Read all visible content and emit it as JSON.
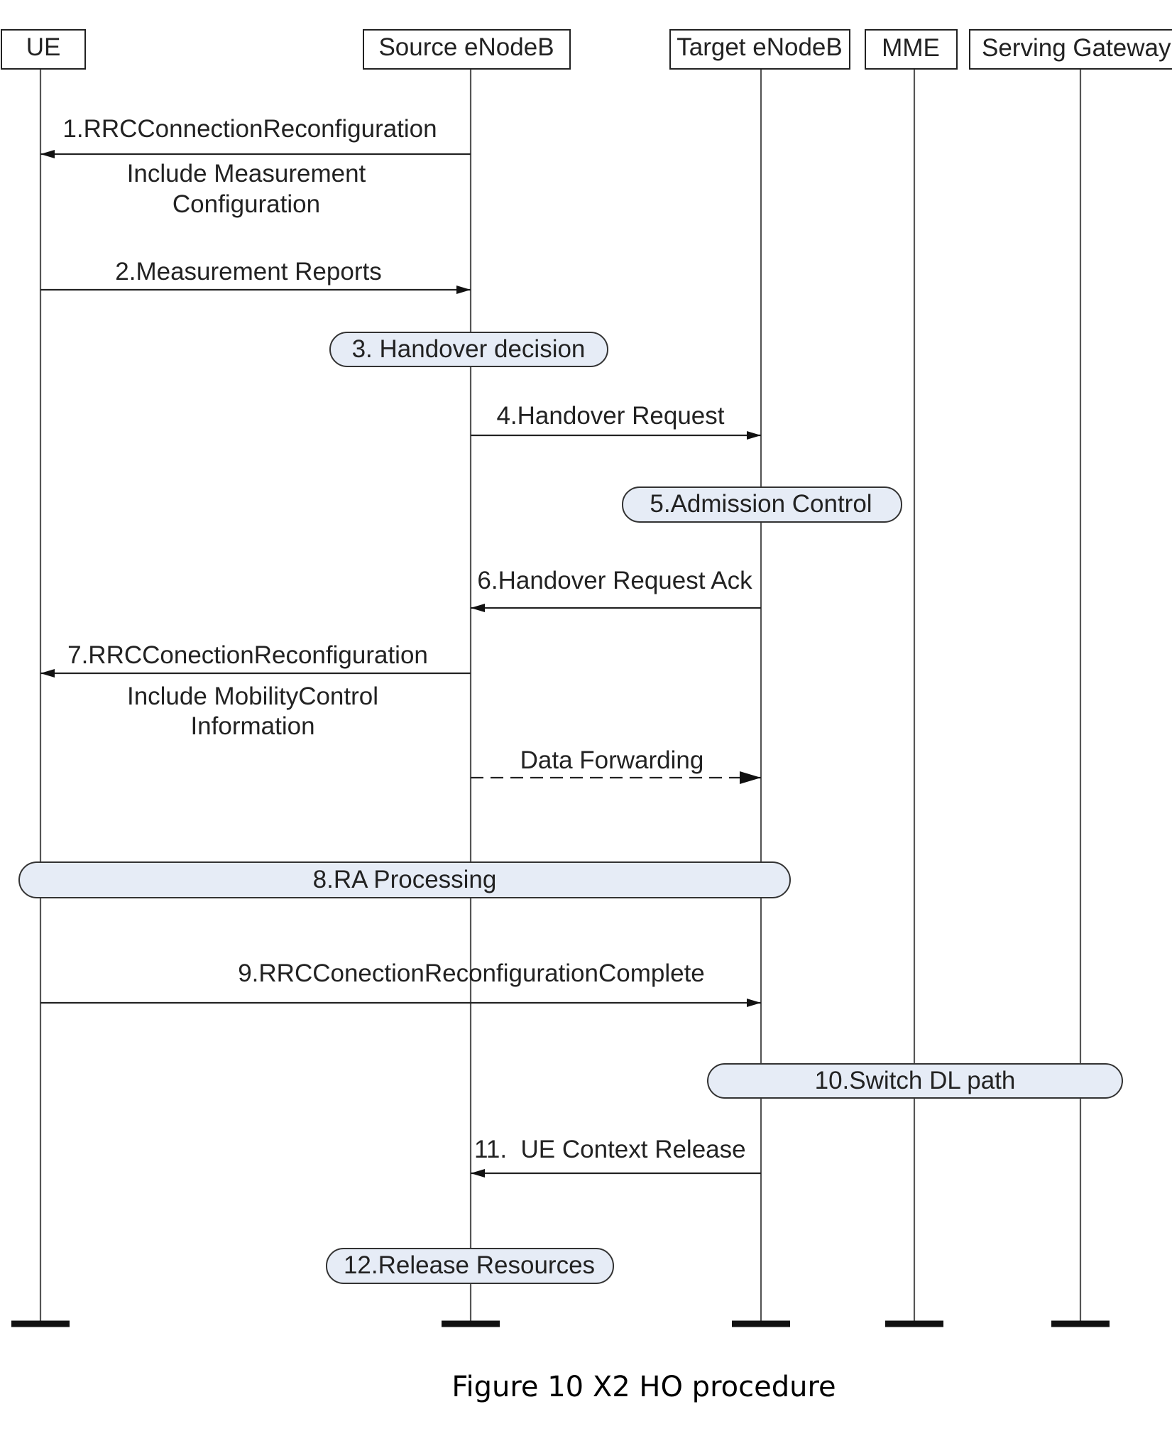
{
  "actors": [
    {
      "id": "ue",
      "label": "UE"
    },
    {
      "id": "source",
      "label": "Source eNodeB"
    },
    {
      "id": "target",
      "label": "Target eNodeB"
    },
    {
      "id": "mme",
      "label": "MME"
    },
    {
      "id": "sgw",
      "label": "Serving Gateway"
    }
  ],
  "messages": [
    {
      "id": "m1",
      "from": "source",
      "to": "ue",
      "label": "1.RRCConnectionReconfiguration",
      "note_lines": [
        "Include Measurement",
        "Configuration"
      ],
      "style": "solid"
    },
    {
      "id": "m2",
      "from": "ue",
      "to": "source",
      "label": "2.Measurement Reports",
      "style": "solid"
    },
    {
      "id": "m4",
      "from": "source",
      "to": "target",
      "label": "4.Handover Request",
      "style": "solid"
    },
    {
      "id": "m6",
      "from": "target",
      "to": "source",
      "label": "6.Handover Request Ack",
      "style": "solid"
    },
    {
      "id": "m7",
      "from": "source",
      "to": "ue",
      "label": "7.RRCConectionReconfiguration",
      "note_lines": [
        "Include MobilityControl",
        "Information"
      ],
      "style": "solid"
    },
    {
      "id": "mdf",
      "from": "source",
      "to": "target",
      "label": "Data Forwarding",
      "style": "dashed"
    },
    {
      "id": "m9",
      "from": "ue",
      "to": "target",
      "label": "9.RRCConectionReconfigurationComplete",
      "style": "solid"
    },
    {
      "id": "m11",
      "from": "target",
      "to": "source",
      "label": "11.  UE Context Release",
      "style": "solid"
    }
  ],
  "processes": [
    {
      "id": "p3",
      "label": "3. Handover decision"
    },
    {
      "id": "p5",
      "label": "5.Admission Control"
    },
    {
      "id": "p8",
      "label": "8.RA Processing"
    },
    {
      "id": "p10",
      "label": "10.Switch DL path"
    },
    {
      "id": "p12",
      "label": "12.Release Resources"
    }
  ],
  "caption": "Figure 10 X2 HO procedure",
  "colors": {
    "process_fill": "#e6ecf6",
    "line": "#222222",
    "lifeline": "#555555"
  }
}
